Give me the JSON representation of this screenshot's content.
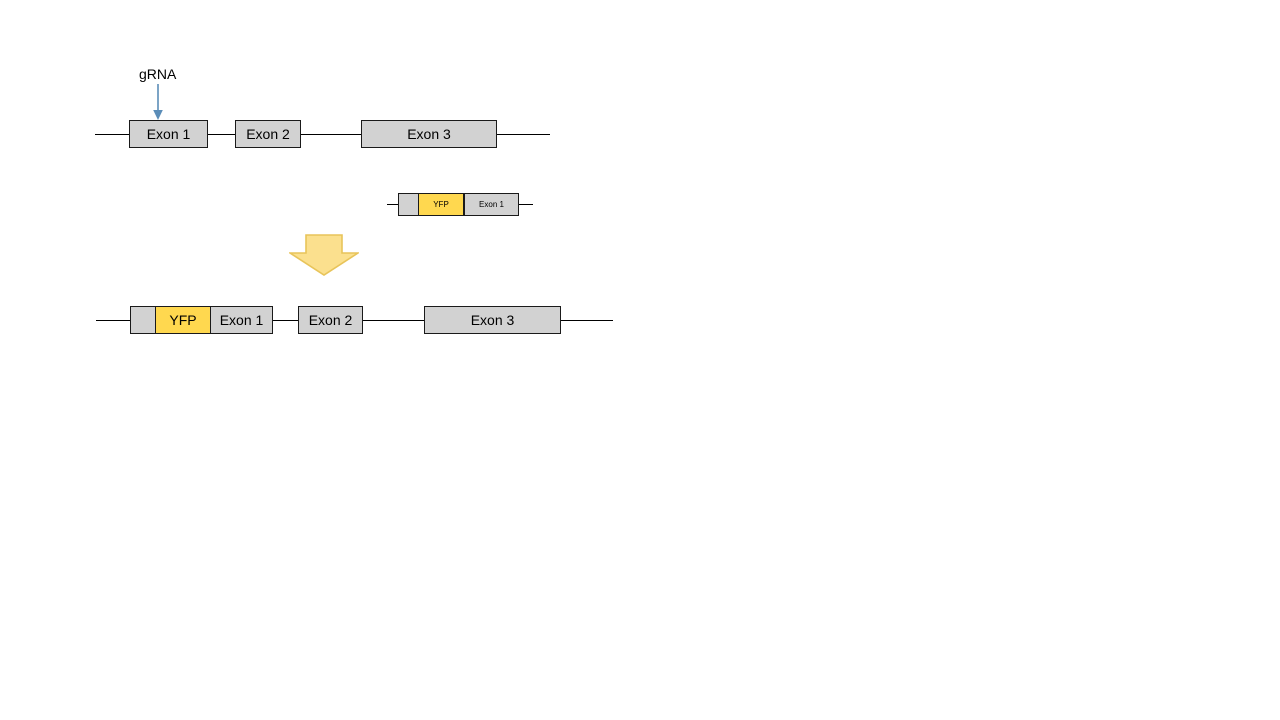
{
  "figure": {
    "title": "",
    "annotations": {
      "grna": {
        "label": "gRNA",
        "arrow_color": "#5b8db8",
        "target": "Exon 1"
      },
      "process_arrow": {
        "label": "",
        "fill": "#fbe08e",
        "stroke": "#e8c45a",
        "direction": "down"
      }
    },
    "colors": {
      "exon_fill": "#d2d2d2",
      "exon_stroke": "#1a1a1a",
      "yfp_fill": "#ffd84f",
      "yfp_stroke": "#1a1a1a",
      "intron_line": "#000000",
      "grna_arrow": "#5b8db8",
      "process_arrow_fill": "#fbe08e",
      "process_arrow_stroke": "#e8c45a",
      "background": "#ffffff"
    },
    "rows": [
      {
        "name": "wild-type-locus",
        "elements": [
          {
            "kind": "exon",
            "label": "Exon 1"
          },
          {
            "kind": "exon",
            "label": "Exon 2"
          },
          {
            "kind": "exon",
            "label": "Exon 3"
          }
        ]
      },
      {
        "name": "donor-construct",
        "elements": [
          {
            "kind": "homology-arm",
            "label": ""
          },
          {
            "kind": "reporter",
            "label": "YFP"
          },
          {
            "kind": "exon",
            "label": "Exon 1"
          }
        ]
      },
      {
        "name": "edited-locus",
        "elements": [
          {
            "kind": "homology-arm",
            "label": ""
          },
          {
            "kind": "reporter",
            "label": "YFP"
          },
          {
            "kind": "exon",
            "label": "Exon 1"
          },
          {
            "kind": "exon",
            "label": "Exon 2"
          },
          {
            "kind": "exon",
            "label": "Exon 3"
          }
        ]
      }
    ]
  }
}
